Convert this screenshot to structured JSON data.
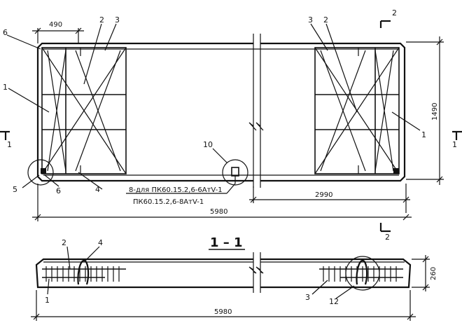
{
  "labels": {
    "dim_490": "490",
    "dim_1490": "1490",
    "dim_2990": "2990",
    "dim_5980_plan": "5980",
    "dim_5980_section": "5980",
    "dim_260": "260",
    "note_line1": "8-для ПК60.15.2,6-6АтV-1",
    "note_line2": "ПК60.15.2,6-8АтV-1",
    "section_title": "1 – 1",
    "cut_2_top": "2",
    "cut_2_bottom": "2",
    "cut_1_left": "1",
    "cut_1_right": "1"
  },
  "callouts": {
    "c1_left": "1",
    "c2_top_left": "2",
    "c3_top_left": "3",
    "c3_top_right": "3",
    "c2_top_right": "2",
    "c1_right": "1",
    "c4_bottom": "4",
    "c5": "5",
    "c6_top": "6",
    "c6_bottom": "6",
    "c10": "10",
    "s2": "2",
    "s4": "4",
    "s1": "1",
    "s3": "3",
    "s12": "12"
  }
}
